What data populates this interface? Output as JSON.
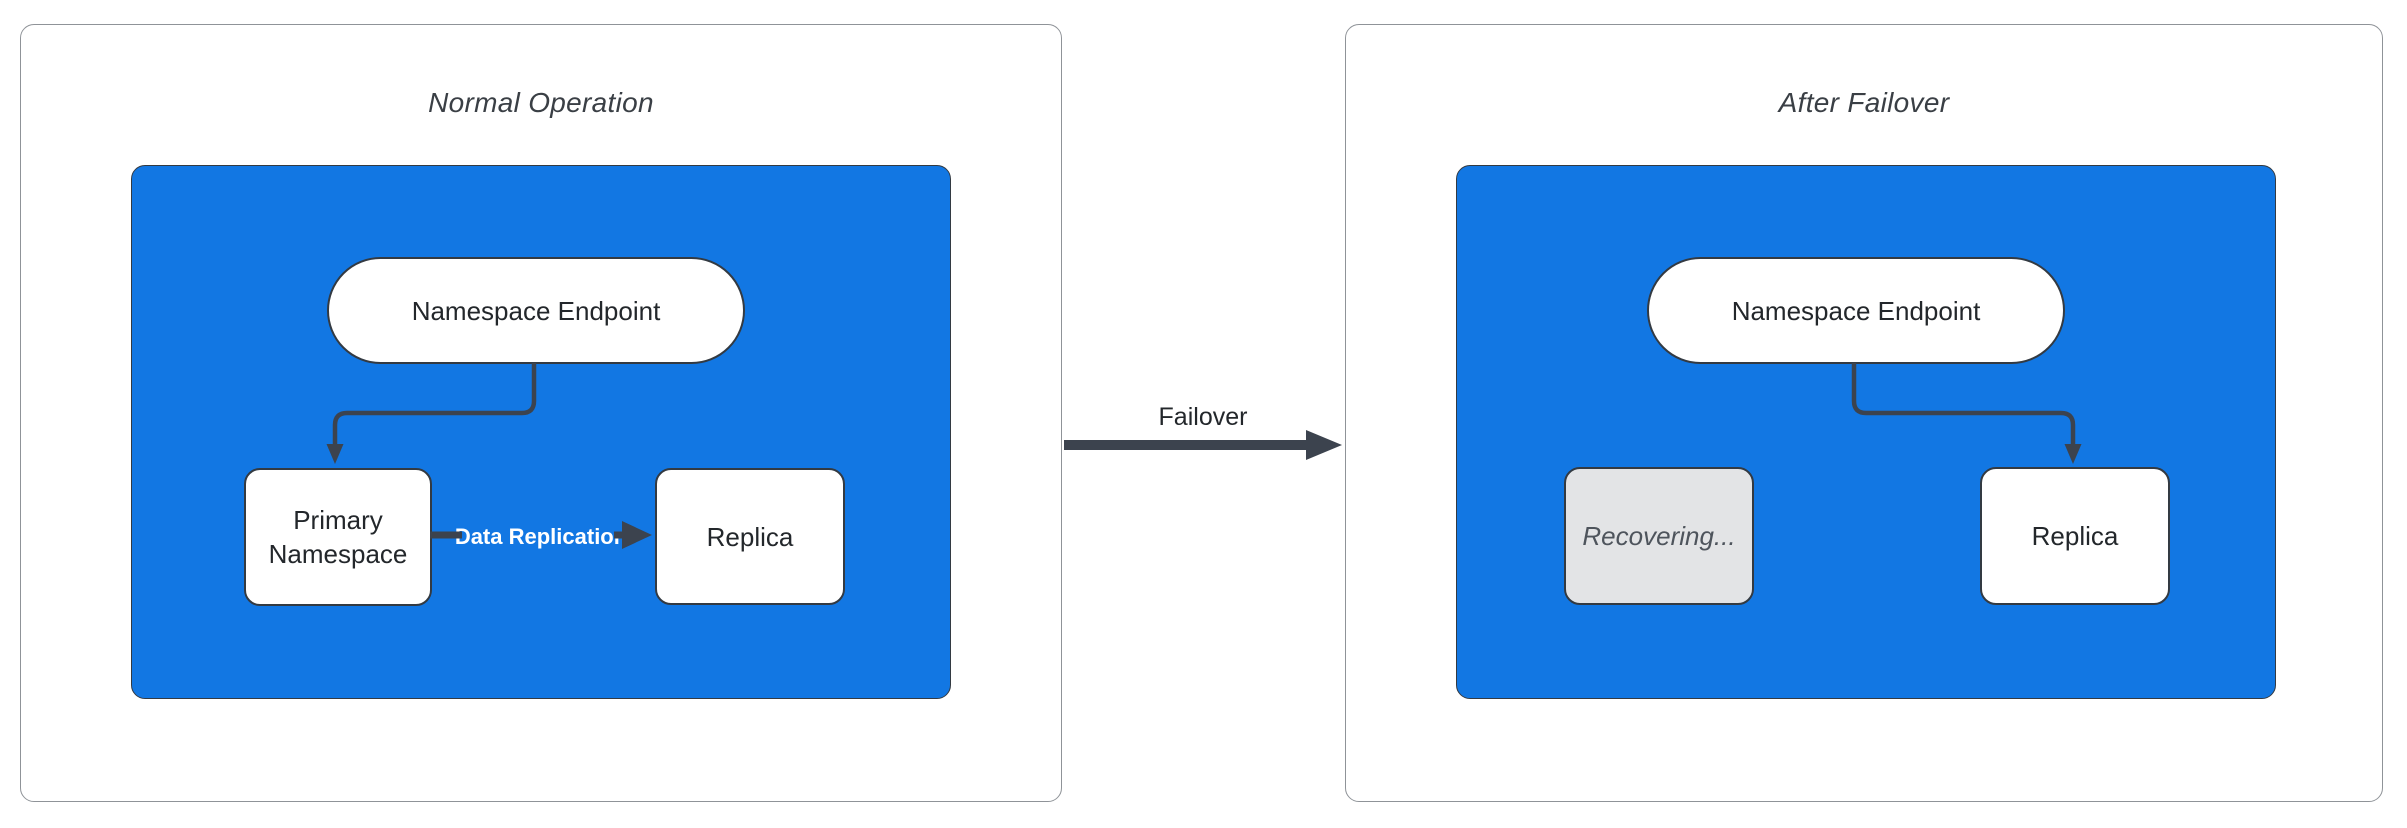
{
  "left_panel": {
    "title": "Normal Operation",
    "endpoint_label": "Namespace Endpoint",
    "primary_label": "Primary Namespace",
    "replica_label": "Replica",
    "replication_label": "Data Replication"
  },
  "transition": {
    "label": "Failover"
  },
  "right_panel": {
    "title": "After Failover",
    "endpoint_label": "Namespace Endpoint",
    "recovering_label": "Recovering...",
    "replica_label": "Replica"
  },
  "colors": {
    "container_blue": "#1277E3",
    "connector": "#3C434E",
    "node_border": "#333A42",
    "node_fill": "#FFFFFF",
    "node_text": "#23272B",
    "recovering_fill": "#E3E4E6",
    "recovering_text": "#4E545C",
    "edge_label_text": "#FFFFFF",
    "panel_border": "#8F9398",
    "title_text": "#3A3F45"
  }
}
